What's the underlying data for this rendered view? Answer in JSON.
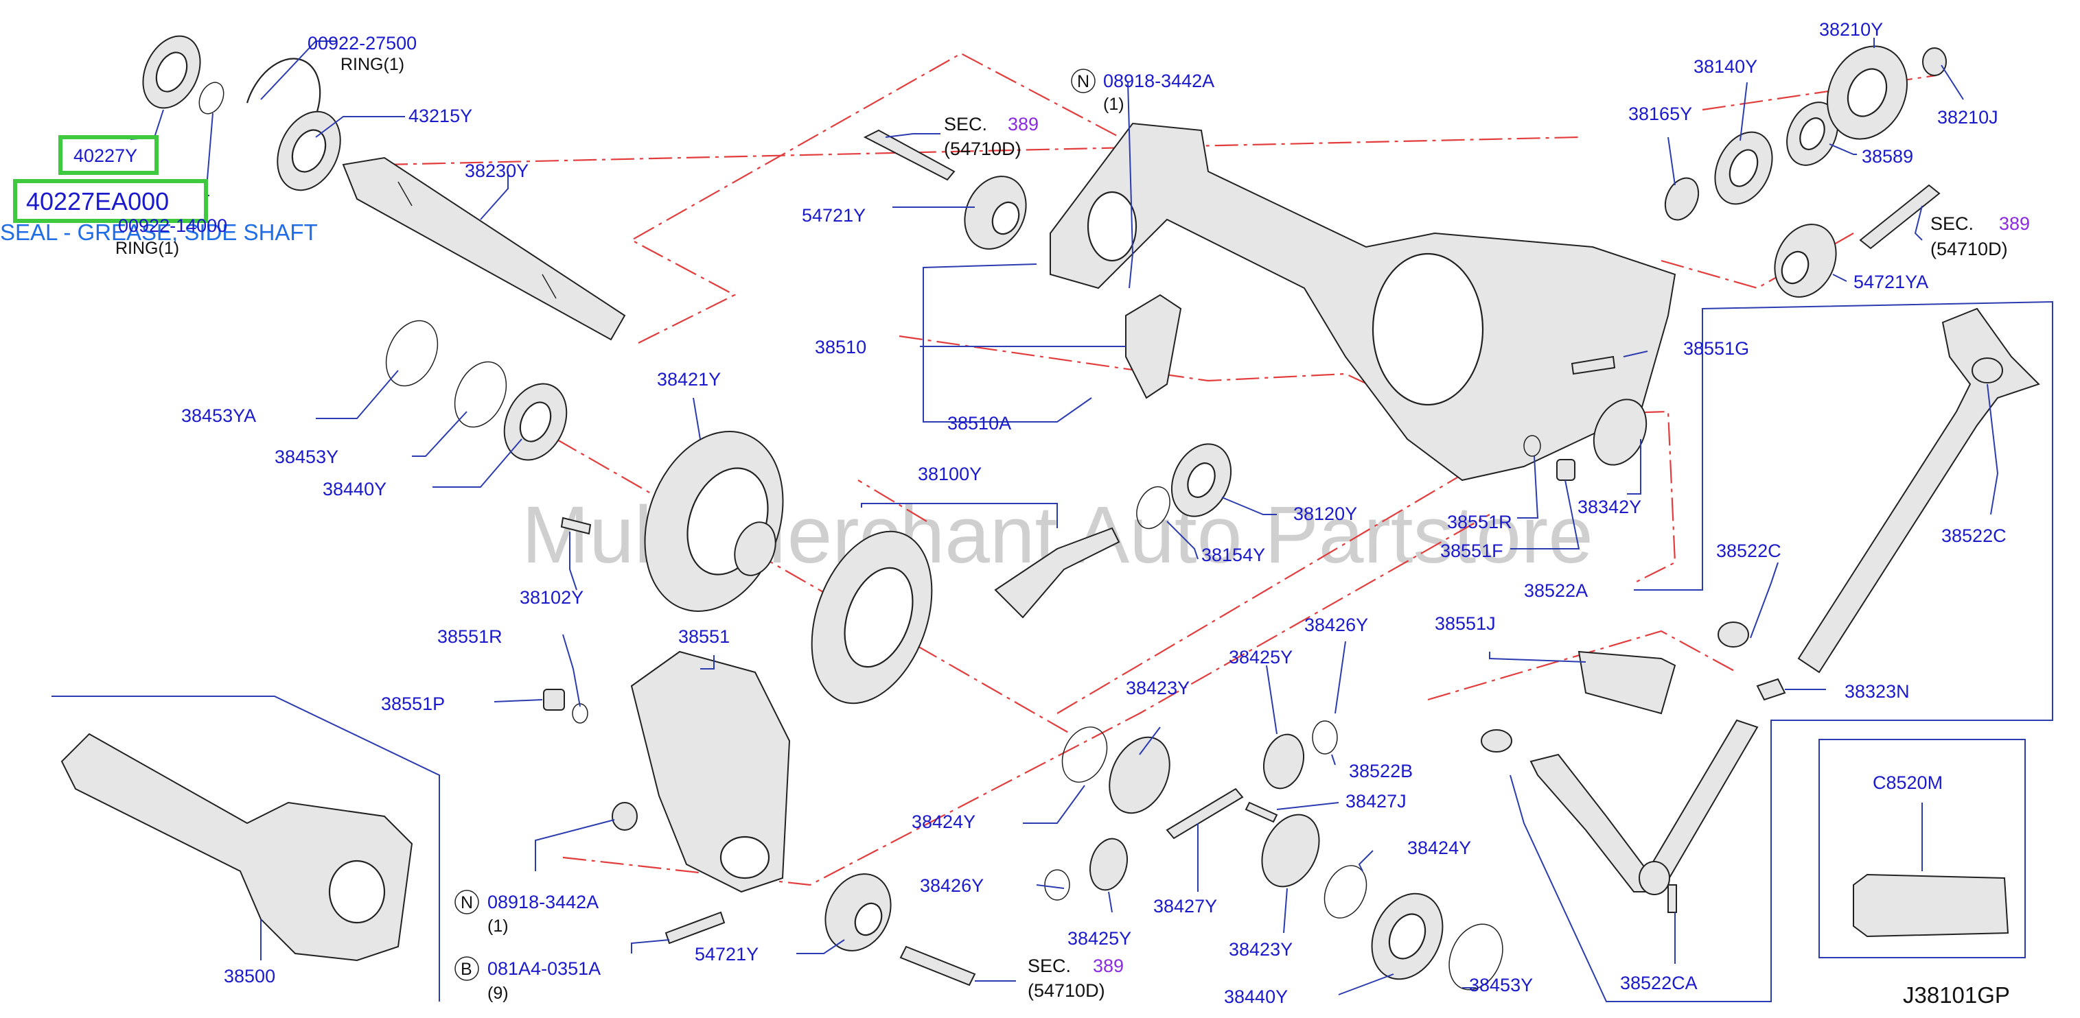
{
  "diagram": {
    "code": "J38101GP",
    "watermark": "Multi-Merchant Auto Partstore",
    "selected": {
      "part_a": "40227Y",
      "part_b": "40227EA000",
      "caption": "SEAL - GREASE, SIDE SHAFT"
    },
    "labels": {
      "p00922_27500": "00922-27500",
      "ring1_a": "RING(1)",
      "p43215Y": "43215Y",
      "p38230Y": "38230Y",
      "p00922_14000": "00922-14000",
      "ring1_b": "RING(1)",
      "p38453YA": "38453YA",
      "p38453Y_l": "38453Y",
      "p38440Y_l": "38440Y",
      "p38421Y": "38421Y",
      "p38102Y": "38102Y",
      "p38100Y": "38100Y",
      "p38154Y": "38154Y",
      "p38120Y": "38120Y",
      "p38551R_r": "38551R",
      "p38551F": "38551F",
      "p38342Y": "38342Y",
      "p38551G": "38551G",
      "p54721Y_top": "54721Y",
      "sec_top": "SEC.",
      "sec_top_num": "389",
      "sec_top_sub": "(54710D)",
      "n_top_code": "08918-3442A",
      "n_top_qty": "(1)",
      "p38510": "38510",
      "p38510A": "38510A",
      "p38165Y": "38165Y",
      "p38140Y": "38140Y",
      "p38210Y": "38210Y",
      "p38210J": "38210J",
      "p38589": "38589",
      "sec_right": "SEC.",
      "sec_right_num": "389",
      "sec_right_sub": "(54710D)",
      "p54721YA": "54721YA",
      "p38522C_top": "38522C",
      "p38522C_mid": "38522C",
      "p38522A": "38522A",
      "p38551J": "38551J",
      "p38323N": "38323N",
      "pC8520M": "C8520M",
      "p38522CA": "38522CA",
      "p38551R_l": "38551R",
      "p38551P": "38551P",
      "p38551": "38551",
      "n_bot_code": "08918-3442A",
      "n_bot_qty": "(1)",
      "b_code": "081A4-0351A",
      "b_qty": "(9)",
      "p54721Y_bot": "54721Y",
      "sec_bot": "SEC.",
      "sec_bot_num": "389",
      "sec_bot_sub": "(54710D)",
      "p38500": "38500",
      "p38423Y_top": "38423Y",
      "p38424Y_l": "38424Y",
      "p38425Y_top": "38425Y",
      "p38426Y_top": "38426Y",
      "p38522B": "38522B",
      "p38427J": "38427J",
      "p38424Y_r": "38424Y",
      "p38426Y_bot": "38426Y",
      "p38425Y_bot": "38425Y",
      "p38427Y": "38427Y",
      "p38423Y_bot": "38423Y",
      "p38440Y_b": "38440Y",
      "p38453Y_b": "38453Y",
      "circle_n": "N",
      "circle_b": "B"
    }
  }
}
